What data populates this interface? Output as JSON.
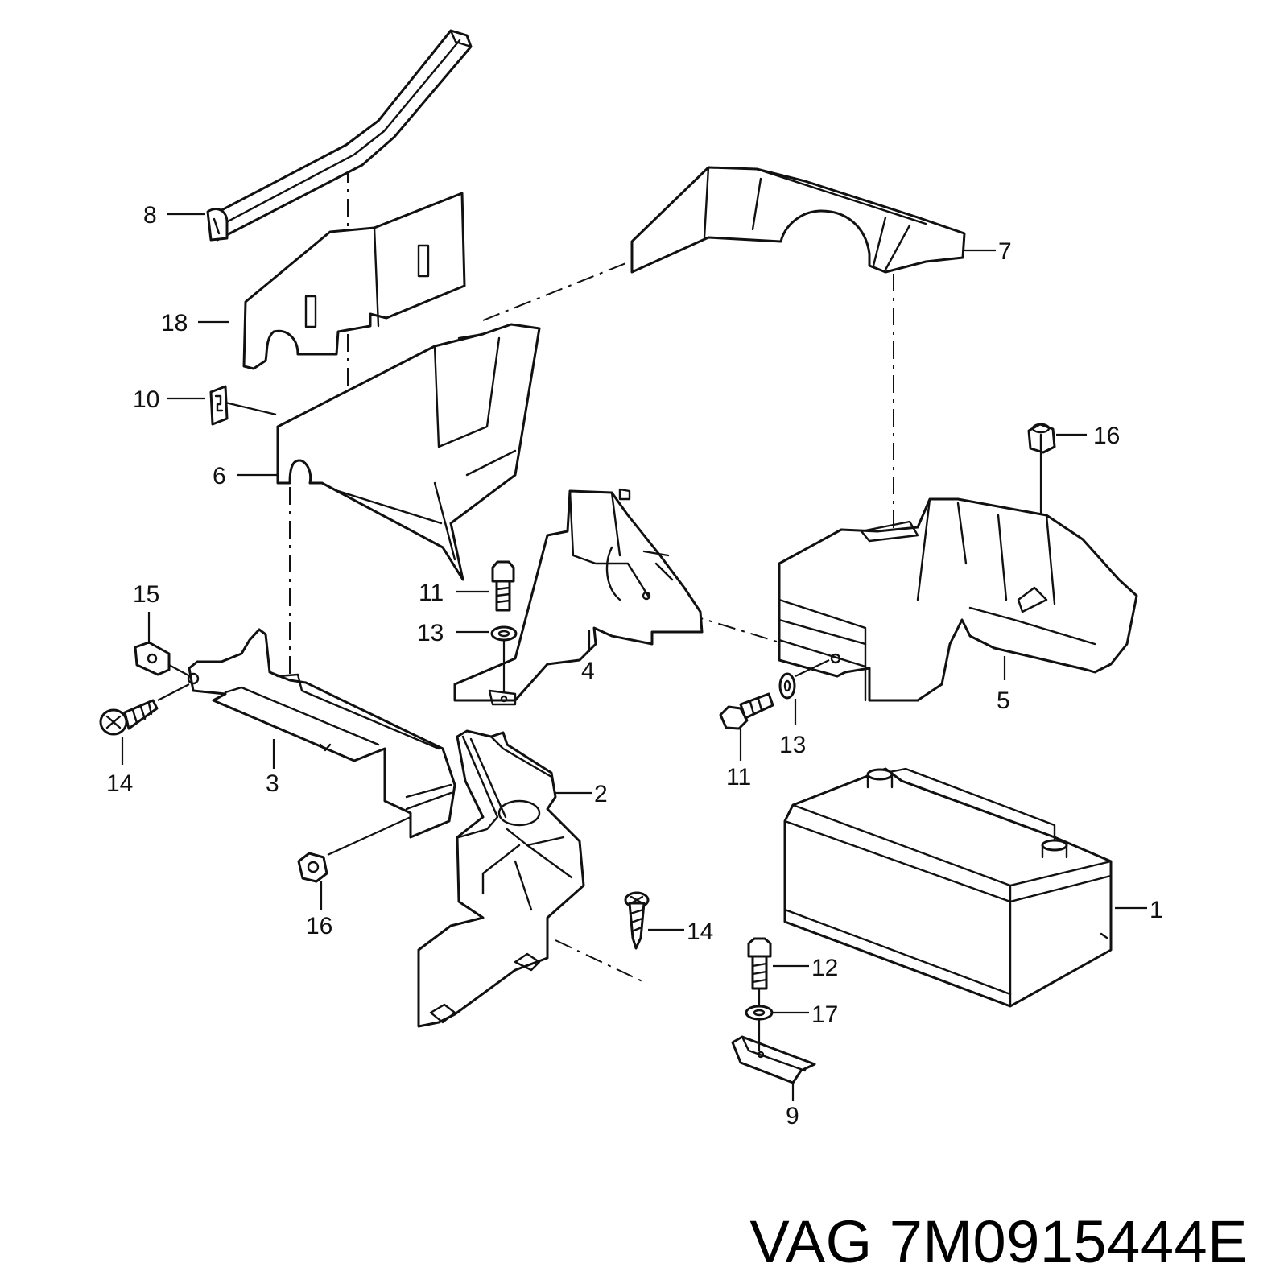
{
  "caption": {
    "brand": "VAG",
    "part_number": "7M0915444E"
  },
  "callouts": {
    "c1": "1",
    "c2": "2",
    "c3": "3",
    "c4": "4",
    "c5": "5",
    "c6": "6",
    "c7": "7",
    "c8": "8",
    "c9": "9",
    "c10": "10",
    "c11a": "11",
    "c11b": "11",
    "c12": "12",
    "c13a": "13",
    "c13b": "13",
    "c14a": "14",
    "c14b": "14",
    "c15": "15",
    "c16a": "16",
    "c16b": "16",
    "c17": "17",
    "c18": "18"
  }
}
